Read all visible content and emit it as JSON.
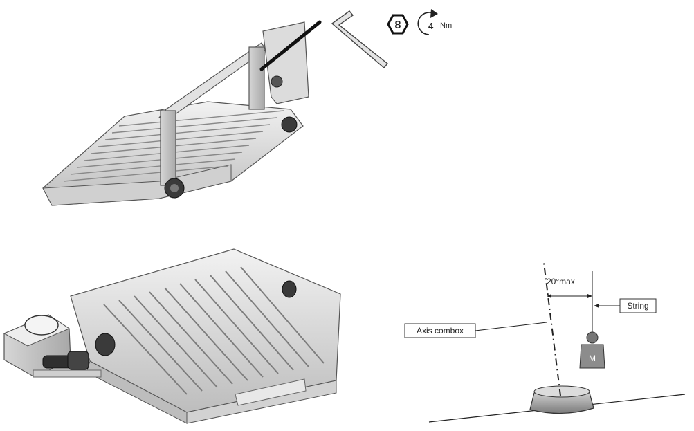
{
  "hex_key": {
    "size": "8",
    "icon": "hex-socket-icon"
  },
  "torque": {
    "value": "4",
    "unit": "Nm",
    "icon": "torque-arrow-icon"
  },
  "annotations": {
    "angle": "20°max",
    "string": "String",
    "axis": "Axis combox",
    "mass": "M"
  },
  "colors": {
    "line": "#222222",
    "metal": "#c8c8c8",
    "metal_dark": "#8a8a8a",
    "knob": "#3a3a3a"
  }
}
